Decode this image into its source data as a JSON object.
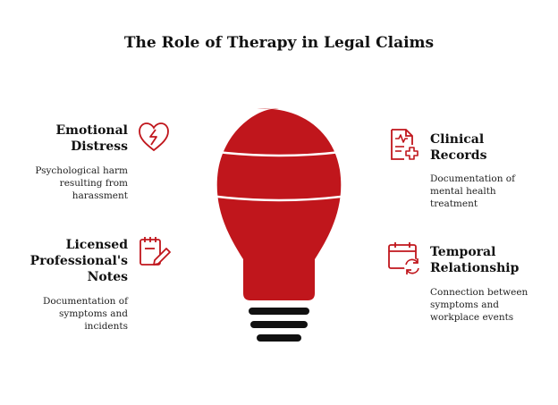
{
  "title": "The Role of Therapy in Legal Claims",
  "colors": {
    "accent": "#c0161c",
    "dark": "#111111",
    "stroke": "#c0161c"
  },
  "items": [
    {
      "id": "emotional-distress",
      "heading_lines": [
        "Emotional",
        "Distress"
      ],
      "desc_lines": [
        "Psychological harm",
        "resulting from",
        "harassment"
      ],
      "icon": "broken-heart-icon"
    },
    {
      "id": "licensed-notes",
      "heading_lines": [
        "Licensed",
        "Professional's",
        "Notes"
      ],
      "desc_lines": [
        "Documentation of",
        "symptoms and",
        "incidents"
      ],
      "icon": "notepad-pen-icon"
    },
    {
      "id": "clinical-records",
      "heading_lines": [
        "Clinical",
        "Records"
      ],
      "desc_lines": [
        "Documentation of",
        "mental health",
        "treatment"
      ],
      "icon": "medical-record-icon"
    },
    {
      "id": "temporal-relationship",
      "heading_lines": [
        "Temporal",
        "Relationship"
      ],
      "desc_lines": [
        "Connection between",
        "symptoms and",
        "workplace events"
      ],
      "icon": "calendar-refresh-icon"
    }
  ]
}
